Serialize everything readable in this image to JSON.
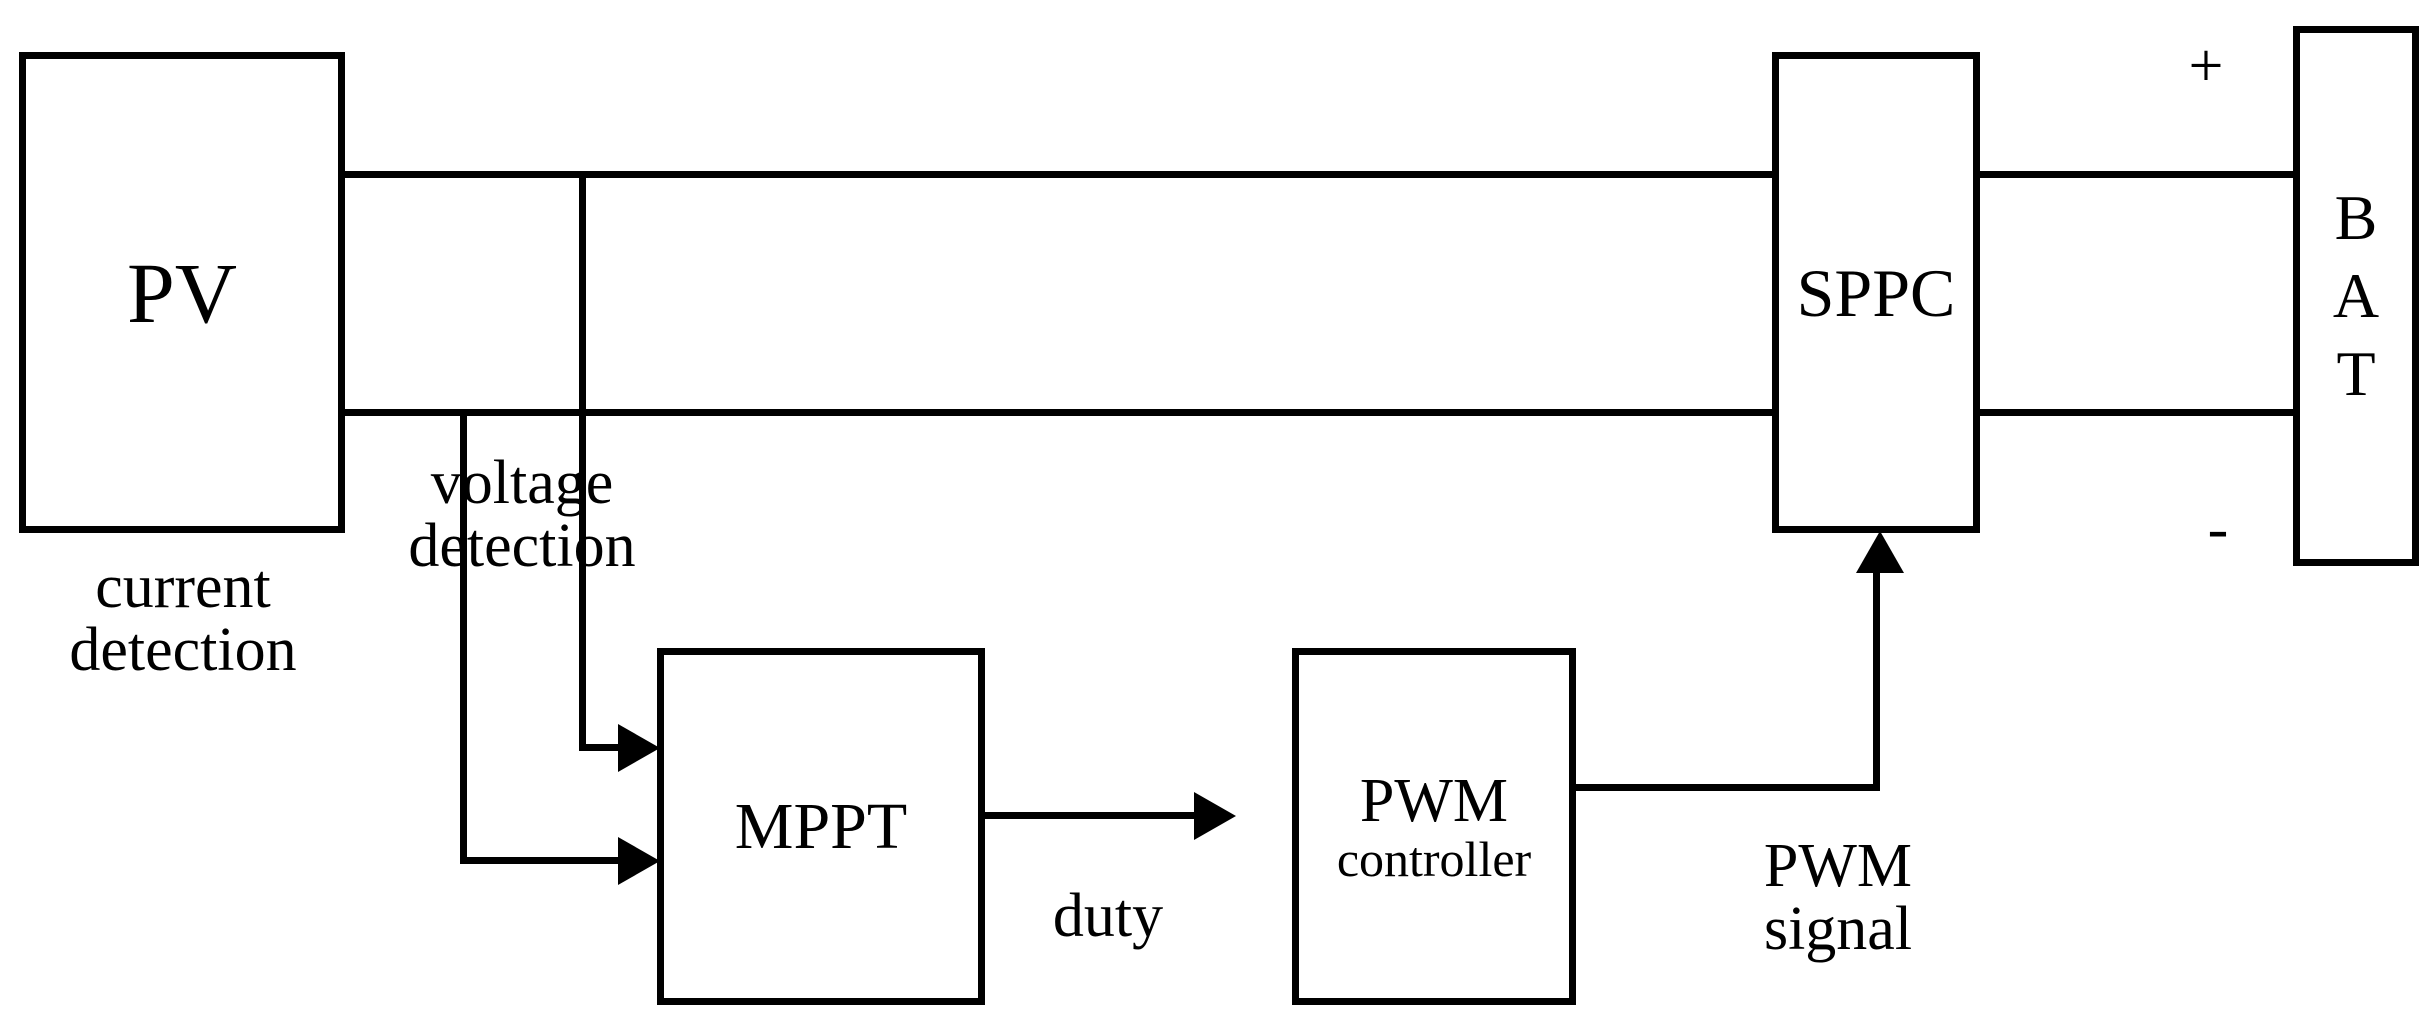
{
  "diagram": {
    "title": "PV MPPT charge control block diagram",
    "stroke_color": "#000000",
    "background_color": "#ffffff"
  },
  "blocks": {
    "pv": {
      "label": "PV"
    },
    "sppc": {
      "label": "SPPC"
    },
    "bat": {
      "label": "BAT",
      "letters": [
        "B",
        "A",
        "T"
      ]
    },
    "mppt": {
      "label": "MPPT"
    },
    "pwm": {
      "label_line1": "PWM",
      "label_line2": "controller"
    }
  },
  "labels": {
    "current_detection": {
      "line1": "current",
      "line2": "detection"
    },
    "voltage_detection": {
      "line1": "voltage",
      "line2": "detection"
    },
    "duty": "duty",
    "pwm_signal": {
      "line1": "PWM",
      "line2": "signal"
    },
    "polarity_plus": "+",
    "polarity_minus": "-"
  }
}
